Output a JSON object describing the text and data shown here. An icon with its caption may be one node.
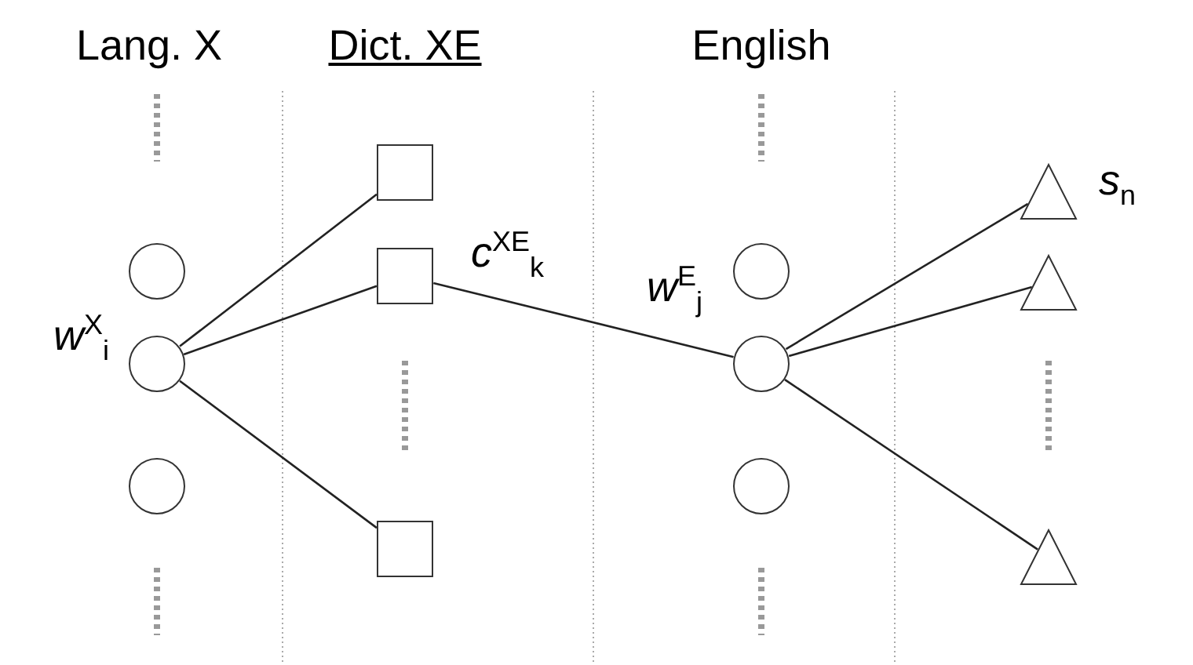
{
  "diagram": {
    "nodes": [
      {
        "text": [],
        "shape": "circle"
      },
      {
        "text": [],
        "shape": "circle",
        "beside": [
          "*w*$^{X}$$_{i}$"
        ]
      },
      {
        "text": [],
        "shape": "circle"
      },
      {
        "text": [],
        "shape": "box"
      },
      {
        "text": [],
        "shape": "box",
        "beside": [
          "*c*$^{XE}$$_{k}$"
        ]
      },
      {
        "text": [],
        "shape": "box"
      },
      {
        "text": [],
        "shape": "circle"
      },
      {
        "text": [],
        "shape": "circle",
        "beside": [
          "*w*$^{E}$$_{j}$"
        ]
      },
      {
        "text": [],
        "shape": "circle"
      },
      {
        "text": [],
        "shape": "triangle",
        "beside": [
          "*s*$_{n}$"
        ]
      },
      {
        "text": [],
        "shape": "triangle"
      },
      {
        "text": [],
        "shape": "triangle"
      }
    ],
    "edges": [
      {
        "from": 1,
        "to": 3,
        "arrow": "none"
      },
      {
        "from": 1,
        "to": 4,
        "arrow": "none"
      },
      {
        "from": 1,
        "to": 5,
        "arrow": "none"
      },
      {
        "from": 4,
        "to": 7,
        "arrow": "none"
      },
      {
        "from": 7,
        "to": 9,
        "arrow": "none"
      },
      {
        "from": 7,
        "to": 10,
        "arrow": "none"
      },
      {
        "from": 7,
        "to": 11,
        "arrow": "none"
      }
    ],
    "labels": [
      "Lang. X",
      "Dict. XE",
      "English"
    ]
  }
}
